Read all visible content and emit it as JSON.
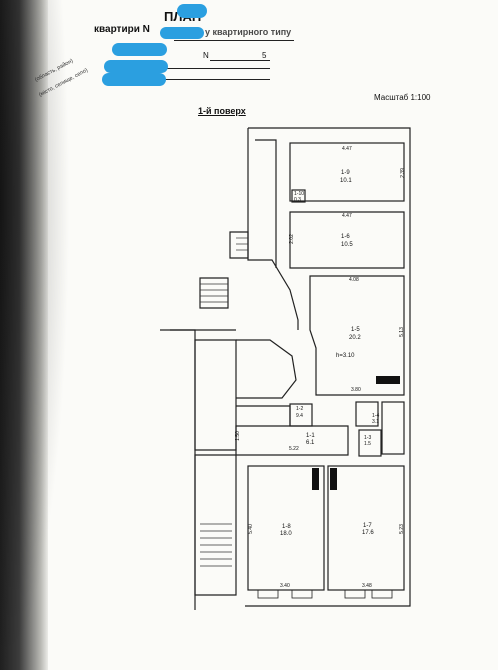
{
  "header": {
    "title": "ПЛАН",
    "subtitle": "квартири N",
    "subtitle_tail": "у квартирного типу",
    "n_label": "N",
    "n_value": "5",
    "side_notes": [
      "(область, район)",
      "(місто, селище, село)"
    ]
  },
  "scale": "Масштаб 1:100",
  "floor_label": "1-й поверх",
  "rooms": [
    {
      "id": "1-9",
      "area": "10.1"
    },
    {
      "id": "1-10",
      "area": "0.3"
    },
    {
      "id": "1-6",
      "area": "10.5"
    },
    {
      "id": "1-5",
      "area": "20.2"
    },
    {
      "id": "1-2",
      "area": "9.4"
    },
    {
      "id": "1-4",
      "area": "3.1"
    },
    {
      "id": "1-3",
      "area": "1.5"
    },
    {
      "id": "1-1",
      "area": "6.1"
    },
    {
      "id": "1-8",
      "area": "18.0"
    },
    {
      "id": "1-7",
      "area": "17.6"
    }
  ],
  "dimensions": [
    "4.47",
    "2.39",
    "4.47",
    "2.02",
    "4.08",
    "5.13",
    "3.80",
    "1.50",
    "5.22",
    "5.40",
    "5.23",
    "3.40",
    "3.48"
  ],
  "ceiling_height": "h=3.10",
  "colors": {
    "redaction": "#2b9fe0",
    "ink": "#111111",
    "paper": "#fbfbf8"
  }
}
